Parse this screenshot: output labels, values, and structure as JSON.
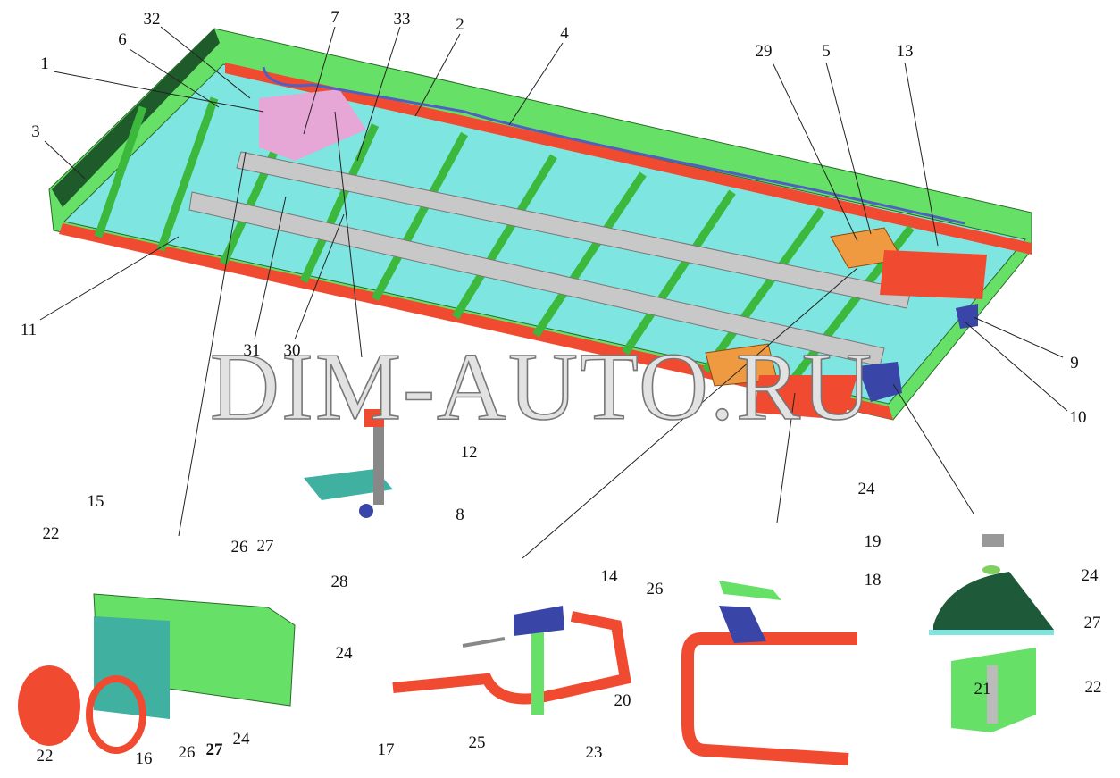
{
  "diagram": {
    "watermark": "DIM-AUTO.RU",
    "callouts": [
      "32",
      "7",
      "33",
      "2",
      "4",
      "29",
      "5",
      "13",
      "6",
      "1",
      "3",
      "11",
      "31",
      "30",
      "9",
      "10",
      "12",
      "8",
      "24",
      "15",
      "22",
      "26",
      "27",
      "24",
      "28",
      "14",
      "19",
      "18",
      "26",
      "20",
      "21",
      "24",
      "27",
      "22",
      "22",
      "16",
      "26",
      "27",
      "24",
      "17",
      "25",
      "23"
    ],
    "colors": {
      "frame": "#66e066",
      "panel": "#7fe5e0",
      "rail": "#f04a30",
      "beam": "#c8c8c8",
      "bracket": "#3a45a8",
      "pad": "#ef9a40",
      "plate": "#40b0a0"
    }
  }
}
